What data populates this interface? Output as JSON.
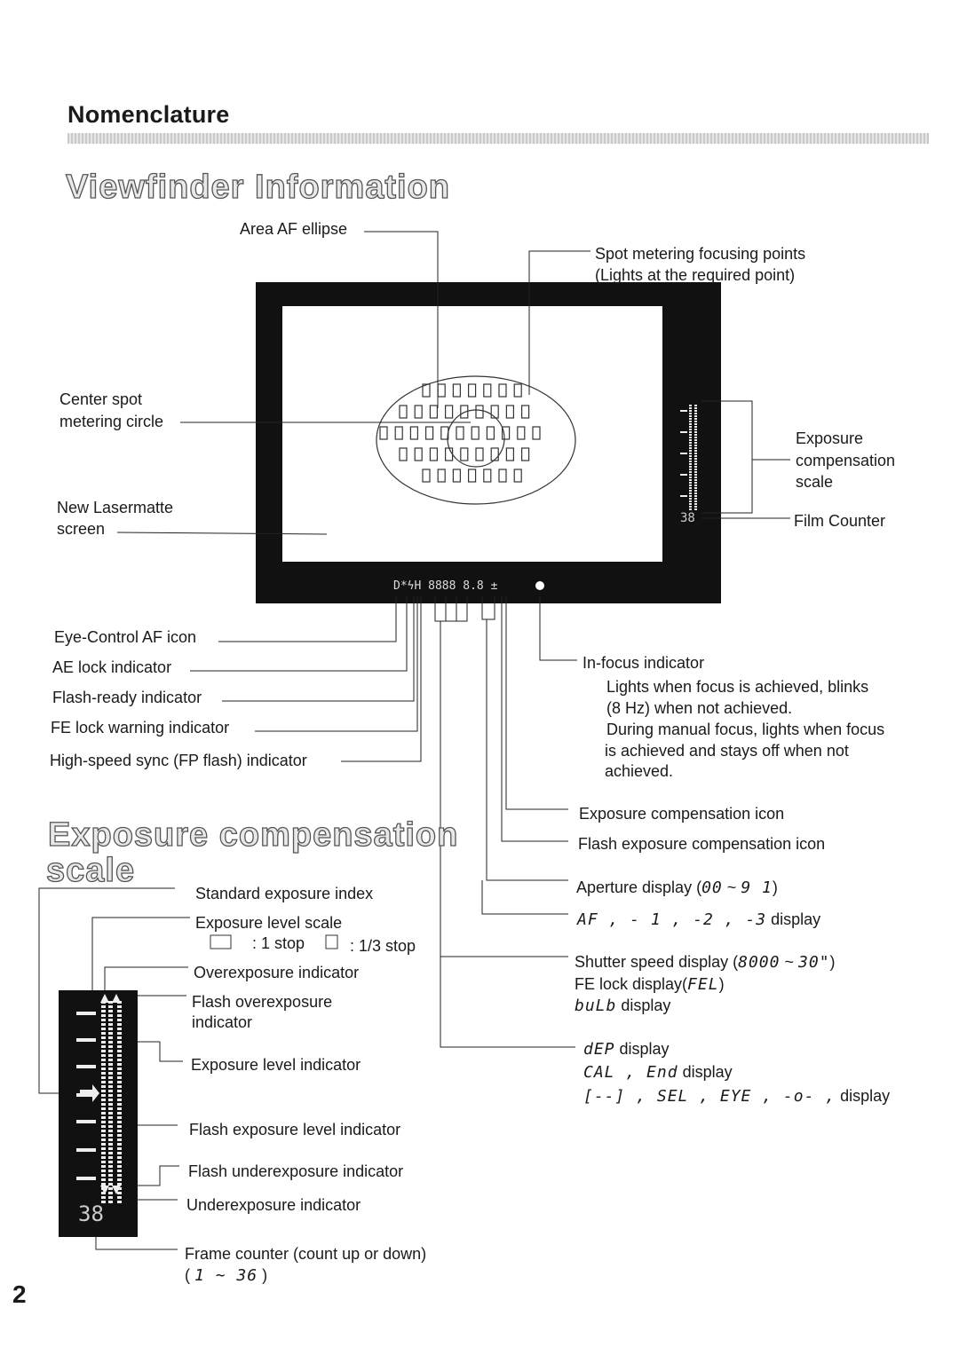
{
  "header": {
    "section_title": "Nomenclature",
    "page_title": "Viewfinder Information"
  },
  "viewfinder": {
    "area_af_ellipse": "Area AF ellipse",
    "spot_points_line1": "Spot metering focusing points",
    "spot_points_line2": "(Lights at the required point)",
    "center_spot_line1": "Center spot",
    "center_spot_line2": "metering circle",
    "lasermatte_line1": "New Lasermatte",
    "lasermatte_line2": "screen",
    "exp_comp_line1": "Exposure",
    "exp_comp_line2": "compensation",
    "exp_comp_line3": "scale",
    "film_counter": "Film Counter",
    "lcd_counter": "38",
    "lcd_status": "D*ϟH 8888 8.8 ±"
  },
  "left_labels": {
    "eye_control": "Eye-Control AF icon",
    "ae_lock": "AE lock indicator",
    "flash_ready": "Flash-ready indicator",
    "fe_lock": "FE lock warning indicator",
    "hs_sync": "High-speed sync (FP flash) indicator"
  },
  "in_focus": {
    "title": "In-focus indicator",
    "desc1": "Lights when focus is achieved, blinks",
    "desc2": "(8 Hz) when not achieved.",
    "desc3": "During manual focus, lights when focus",
    "desc4": "is achieved and stays off when not",
    "desc5": "achieved."
  },
  "icons": {
    "exp_comp_icon": "Exposure compensation icon",
    "flash_exp_comp_icon": "Flash exposure compensation icon"
  },
  "aperture": {
    "label": "Aperture display (",
    "range_a": "00",
    "tilde": "~",
    "range_b": "9 1",
    "close": ")",
    "af_codes": "AF , - 1 , -2 , -3",
    "af_display": "display"
  },
  "shutter": {
    "label": "Shutter speed display (",
    "range_a": "8000",
    "tilde": "~",
    "range_b": "30\"",
    "close": ")",
    "fe_lock_label": "FE lock display(",
    "fe_lock_code": "FEL",
    "fe_lock_close": ")",
    "bulb_code": "buLb",
    "bulb_display": "display",
    "dep_code": "dEP",
    "dep_display": "display",
    "cal_code": "CAL , End",
    "cal_display": "display",
    "sel_code": "[--] , SEL , EYE , -o- ,",
    "sel_display": "display"
  },
  "scale_section": {
    "title_line1": "Exposure compensation",
    "title_line2": "scale",
    "standard_index": "Standard exposure index",
    "level_scale": "Exposure level scale",
    "stop_1": ": 1 stop",
    "stop_13": ": 1/3 stop",
    "overexposure": "Overexposure indicator",
    "flash_over_line1": "Flash overexposure",
    "flash_over_line2": "indicator",
    "level_indicator": "Exposure level indicator",
    "flash_level": "Flash exposure level indicator",
    "flash_under": "Flash underexposure indicator",
    "underexposure": "Underexposure indicator",
    "frame_counter": "Frame counter (count up or down)",
    "frame_range_open": "(",
    "frame_range": "1 ~ 36",
    "frame_range_close": ")",
    "lcd_counter": "38"
  },
  "footer": {
    "page_number": "2"
  }
}
